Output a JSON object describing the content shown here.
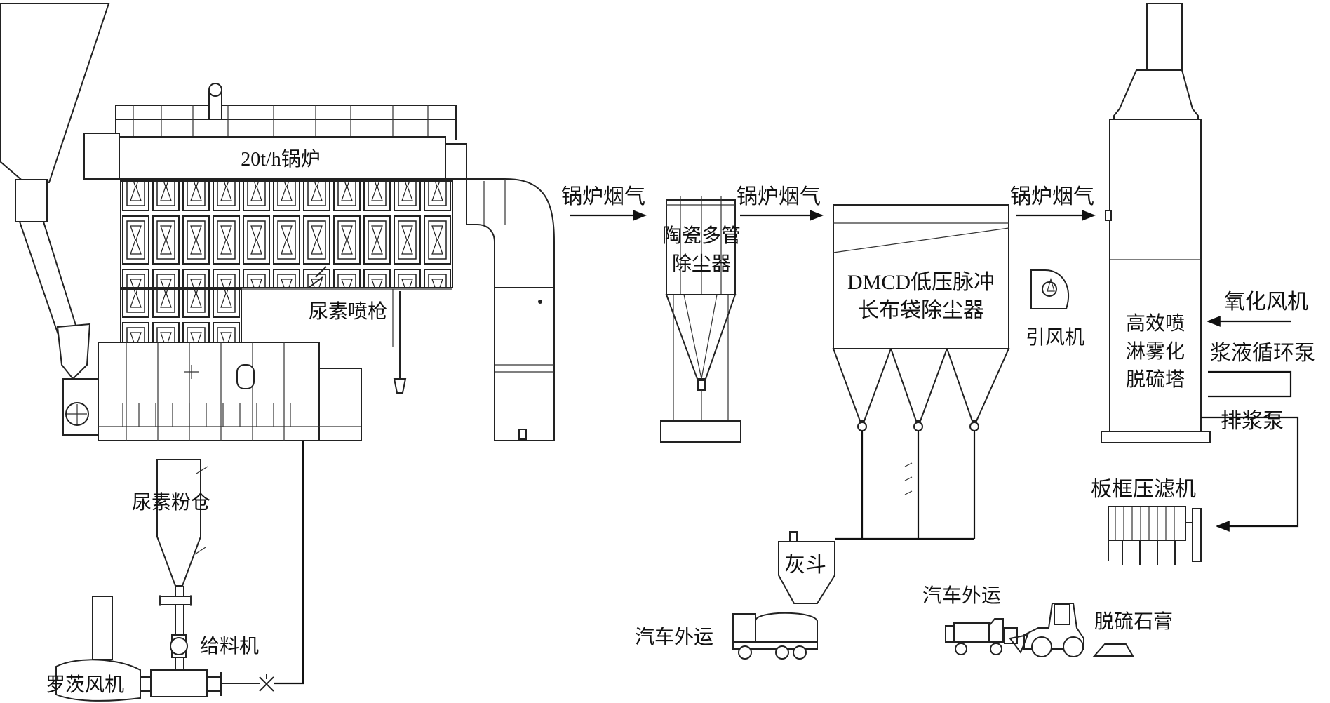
{
  "labels": {
    "boiler": "20t/h锅炉",
    "urea_gun": "尿素喷枪",
    "urea_silo": "尿素粉仓",
    "feeder": "给料机",
    "roots_blower": "罗茨风机",
    "flue_gas_1": "锅炉烟气",
    "flue_gas_2": "锅炉烟气",
    "flue_gas_3": "锅炉烟气",
    "ceramic_collector_1": "陶瓷多管",
    "ceramic_collector_2": "除尘器",
    "bag_filter_1": "DMCD低压脉冲",
    "bag_filter_2": "长布袋除尘器",
    "id_fan": "引风机",
    "ash_hopper": "灰斗",
    "truck_ash": "汽车外运",
    "desulf_tower_1": "高效喷",
    "desulf_tower_2": "淋雾化",
    "desulf_tower_3": "脱硫塔",
    "oxidation_fan": "氧化风机",
    "slurry_pump": "浆液循环泵",
    "discharge_pump": "排浆泵",
    "filter_press": "板框压滤机",
    "truck_gypsum": "汽车外运",
    "gypsum": "脱硫石膏"
  }
}
